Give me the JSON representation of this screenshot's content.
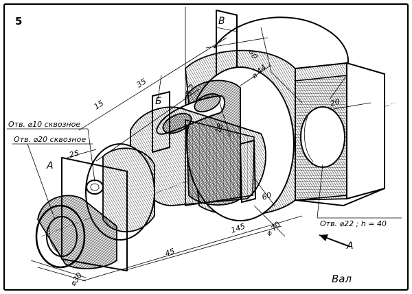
{
  "sheet": {
    "number": "5",
    "title": "Вал"
  },
  "callouts": {
    "hole_10": "Отв. ⌀10 сквозное",
    "hole_20": "Отв. ⌀20 сквозное",
    "hole_22": "Отв. ⌀22 ; h = 40"
  },
  "sections": {
    "a": "А",
    "b": "Б",
    "v": "В",
    "view_arrow": "А"
  },
  "dimensions": {
    "d15": "15",
    "d35": "35",
    "d55": "5,5",
    "d25": "25",
    "d60_top": "60",
    "d44": "⌀ 44",
    "d20": "20",
    "d18": "18",
    "d60_mid": "60",
    "d145": "145",
    "d70": "⌀ 70",
    "d45": "45",
    "d30": "⌀30"
  }
}
